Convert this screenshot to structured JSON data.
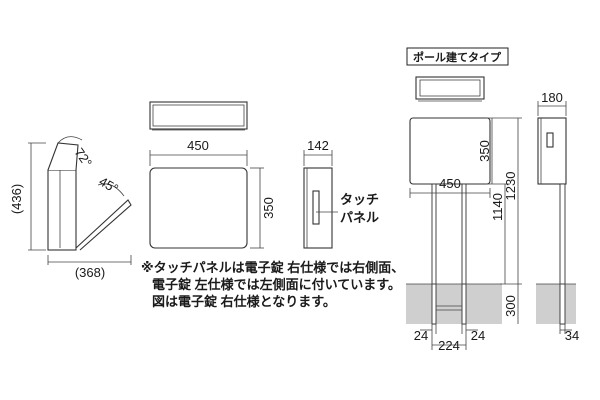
{
  "title": "ポール建てタイプ",
  "dims": {
    "side_h": "(436)",
    "side_w": "(368)",
    "angle_top": "72°",
    "angle_flap": "45°",
    "front_w": "450",
    "front_h": "350",
    "side_d": "142",
    "pole_top_h": "350",
    "pole_w": "450",
    "pole_h1": "1140",
    "pole_h2": "1230",
    "pole_ground": "300",
    "pole_left": "24",
    "pole_span": "224",
    "pole_right": "24",
    "pside_d": "180",
    "pside_base": "34"
  },
  "labels": {
    "touch_line1": "タッチ",
    "touch_line2": "パネル"
  },
  "note": {
    "line1": "※タッチパネルは電子錠 右仕様では右側面、",
    "line2": "電子錠 左仕様では左側面に付いています。",
    "line3": "図は電子錠 右仕様となります。"
  }
}
